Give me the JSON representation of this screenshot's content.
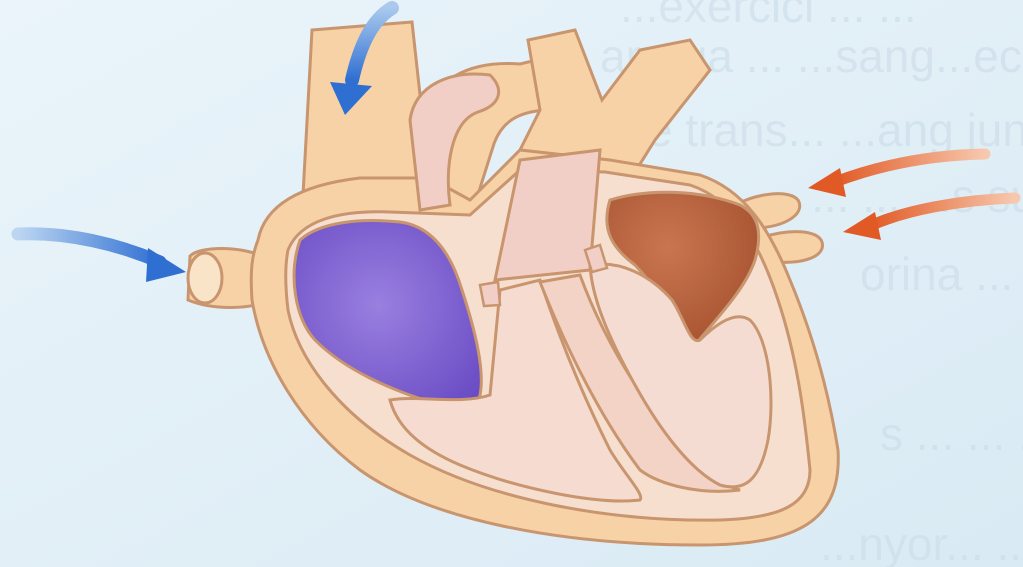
{
  "colors": {
    "background": "#e6f1f8",
    "heart_body": "#f7d2a6",
    "heart_outline": "#c8956e",
    "interior": "#f4d4c5",
    "chamber_light": "#f2cfc6",
    "right_atrium": "#7d5fd0",
    "left_atrium": "#c26b46",
    "blue_arrow": "#2f6fd2",
    "orange_arrow": "#e15a26"
  },
  "background_text": [
    "...exercici ... ...",
    "arrega ... ...sang...ec",
    "s que trans... ...ang jun",
    "... ... ... ...s subst",
    "orina ... ... ... ...ovy",
    "s ... ... ...",
    "...nyor... ... ...organ ...ioc"
  ],
  "arrows": [
    {
      "name": "superior-vena-cava-inflow-arrow",
      "type": "blue"
    },
    {
      "name": "inferior-vena-cava-inflow-arrow",
      "type": "blue"
    },
    {
      "name": "pulmonary-vein-upper-inflow-arrow",
      "type": "orange"
    },
    {
      "name": "pulmonary-vein-lower-inflow-arrow",
      "type": "orange"
    }
  ]
}
